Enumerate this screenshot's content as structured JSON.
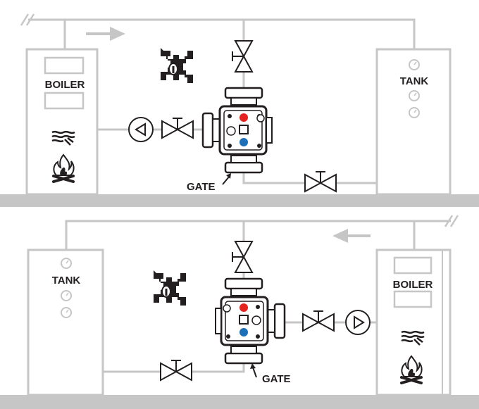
{
  "colors": {
    "pipe": "#c6c6c6",
    "outline": "#231f20",
    "hot": "#e52421",
    "cold": "#1d6fb8",
    "floor": "#c6c6c6"
  },
  "top": {
    "boiler_label": "BOILER",
    "tank_label": "TANK",
    "gate_label": "GATE",
    "flow_direction": "right"
  },
  "bottom": {
    "boiler_label": "BOILER",
    "tank_label": "TANK",
    "gate_label": "GATE",
    "flow_direction": "left"
  },
  "icons": [
    "pipe-break-icon",
    "flow-arrow-icon",
    "valve-icon",
    "pump-icon",
    "gauge-icon",
    "flame-icon",
    "heat-waves-icon",
    "valve-schematic-icon",
    "mixing-valve-icon"
  ]
}
